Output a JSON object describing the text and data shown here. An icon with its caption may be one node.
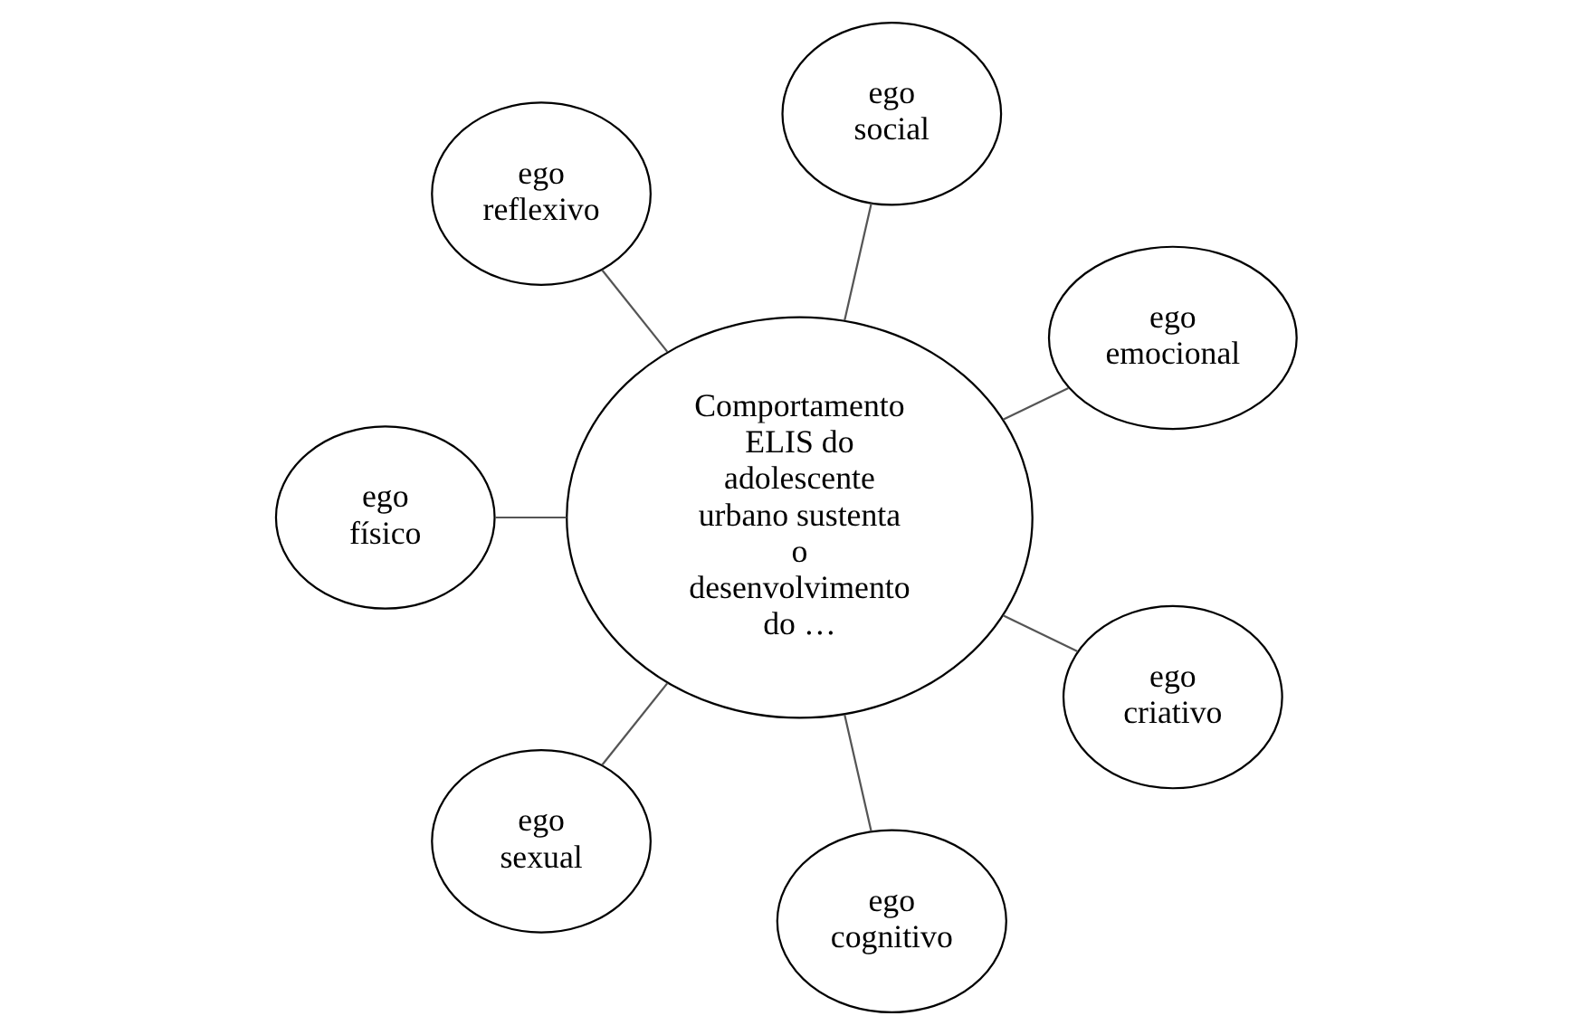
{
  "diagram": {
    "nodes": [
      {
        "text": [
          "Comportamento ELIS do adolescente urbano sustenta o desenvolvimento do …"
        ]
      },
      {
        "text": [
          "ego emocional"
        ]
      },
      {
        "text": [
          "ego social"
        ]
      },
      {
        "text": [
          "ego reflexivo"
        ]
      },
      {
        "text": [
          "ego físico"
        ]
      },
      {
        "text": [
          "ego sexual"
        ]
      },
      {
        "text": [
          "ego cognitivo"
        ]
      },
      {
        "text": [
          "ego criativo"
        ]
      }
    ],
    "edges": [
      {
        "from": 0,
        "to": 1,
        "arrow": "none"
      },
      {
        "from": 0,
        "to": 2,
        "arrow": "none"
      },
      {
        "from": 0,
        "to": 3,
        "arrow": "none"
      },
      {
        "from": 0,
        "to": 4,
        "arrow": "none"
      },
      {
        "from": 0,
        "to": 5,
        "arrow": "none"
      },
      {
        "from": 0,
        "to": 6,
        "arrow": "none"
      },
      {
        "from": 0,
        "to": 7,
        "arrow": "none"
      }
    ]
  }
}
